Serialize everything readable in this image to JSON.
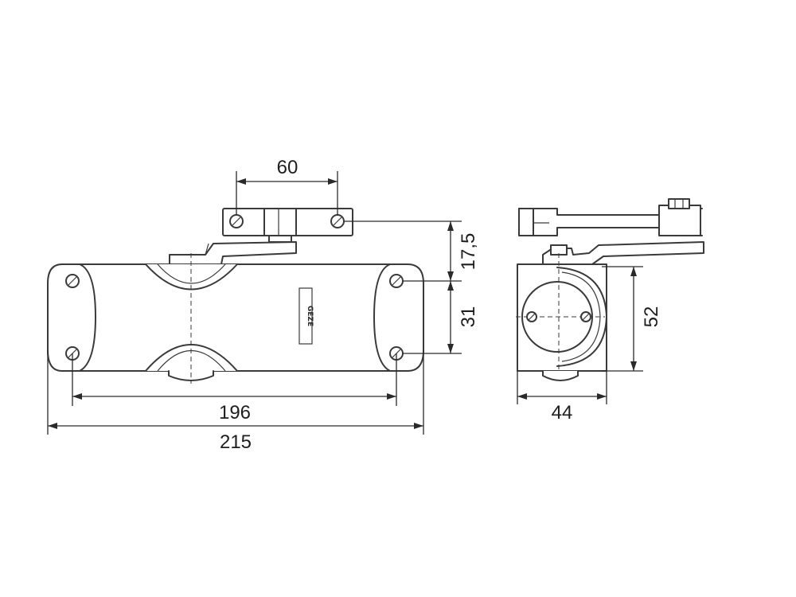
{
  "dimensions": {
    "arm_hole_spacing": "60",
    "arm_height": "17,5",
    "body_hole_vertical": "31",
    "mounting_hole_spacing": "196",
    "overall_length": "215",
    "side_depth": "44",
    "side_height": "52"
  },
  "brand_logo": "GEZE",
  "colors": {
    "line": "#3a3a3a",
    "background": "#ffffff"
  }
}
